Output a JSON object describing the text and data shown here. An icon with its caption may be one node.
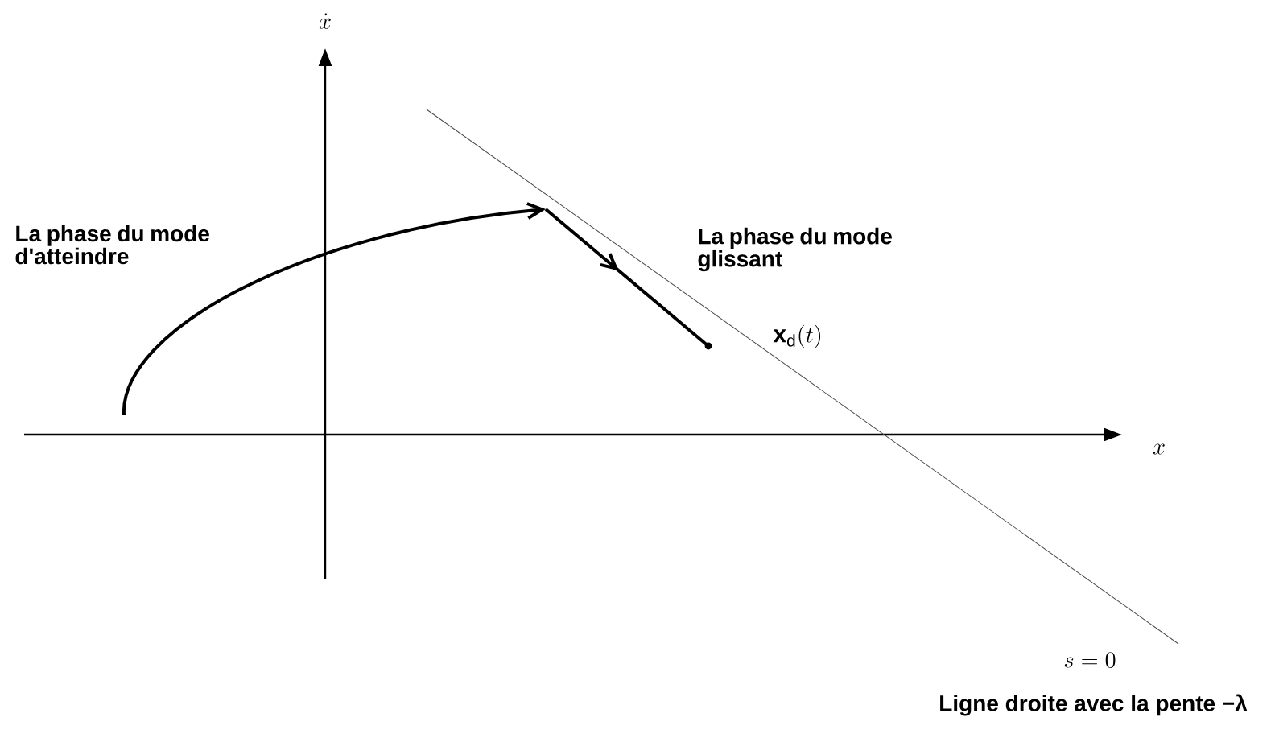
{
  "diagram": {
    "labels": [
      "\\dot{x}",
      "La phase du mode d'atteindre",
      "La phase du mode glissant",
      "\\mathbf{x}_{\\mathrm{d}}(t)",
      "x",
      "s = 0",
      "Ligne droite avec la pente −λ"
    ]
  }
}
